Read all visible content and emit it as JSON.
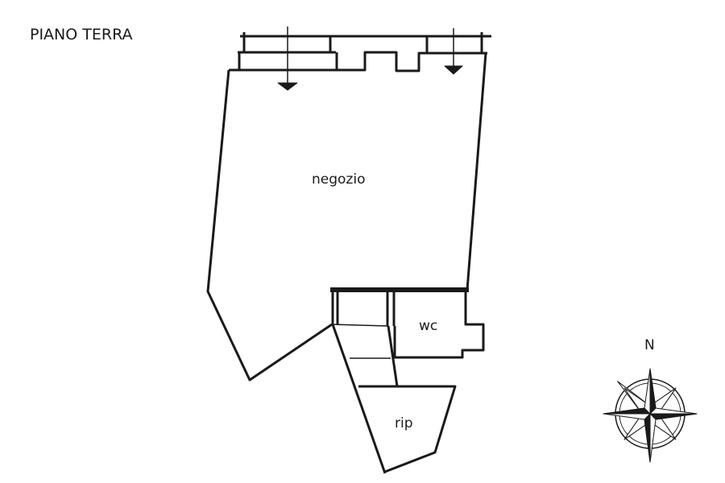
{
  "title": "PIANO TERRA",
  "rooms": {
    "shop": "negozio",
    "bathroom": "wc",
    "storage": "rip"
  },
  "compass": {
    "north_label": "N"
  },
  "colors": {
    "line": "#1a1a1a",
    "background": "#ffffff"
  }
}
